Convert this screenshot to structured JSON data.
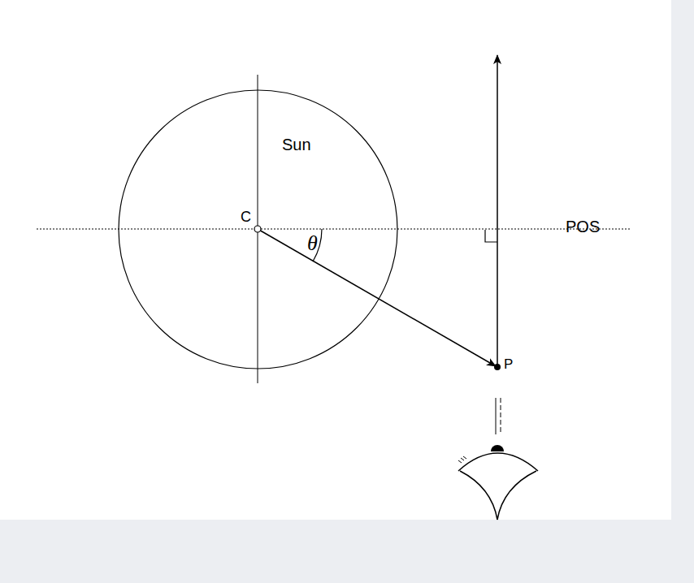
{
  "diagram": {
    "nodes": [
      {
        "text": [
          "Sun"
        ]
      }
    ],
    "labels": [
      "C",
      "θ",
      "POS",
      "P"
    ]
  }
}
